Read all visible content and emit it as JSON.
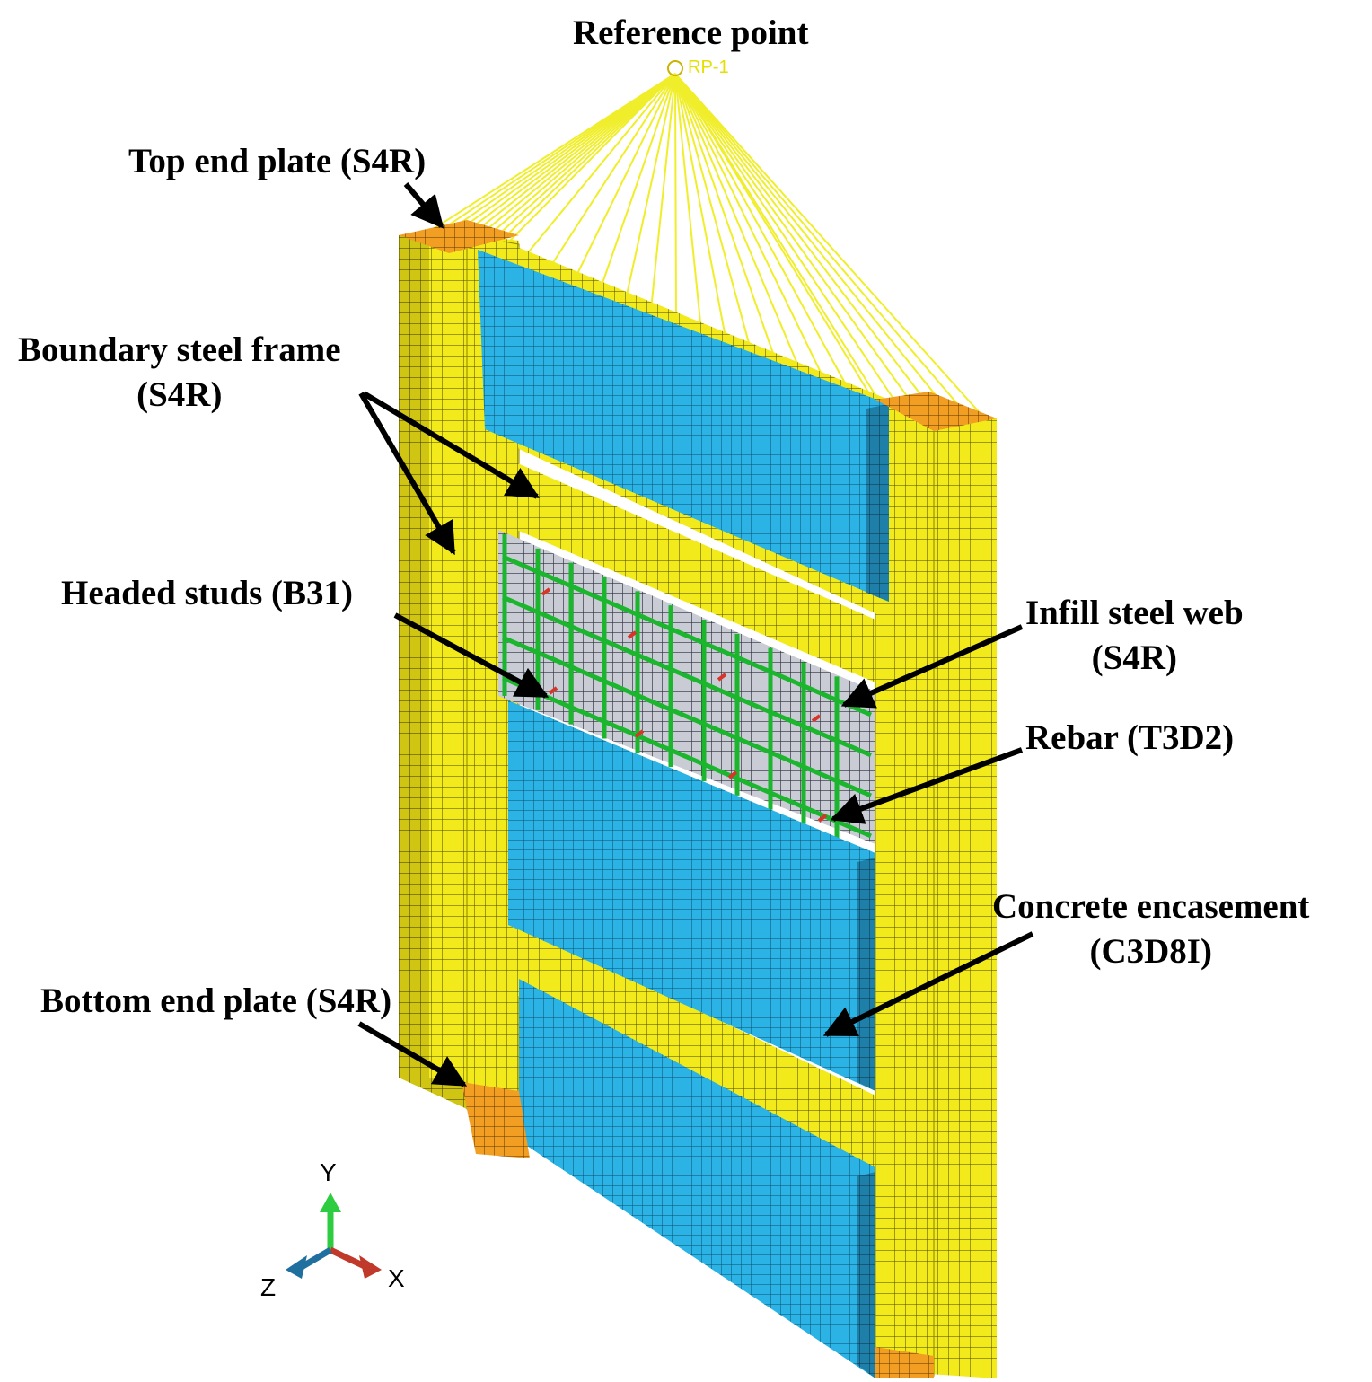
{
  "labels": {
    "reference_point": "Reference point",
    "rp_tag": "RP-1",
    "top_end_plate": "Top end plate (S4R)",
    "boundary_frame_line1": "Boundary steel frame",
    "boundary_frame_line2": "(S4R)",
    "headed_studs": "Headed studs (B31)",
    "infill_web_line1": "Infill steel web",
    "infill_web_line2": "(S4R)",
    "rebar": "Rebar (T3D2)",
    "concrete_line1": "Concrete encasement",
    "concrete_line2": "(C3D8I)",
    "bottom_end_plate": "Bottom end plate (S4R)"
  },
  "axes": {
    "y": "Y",
    "z": "Z",
    "x": "X"
  },
  "colors": {
    "frame": "#f2ea1a",
    "frame_dark": "#c9c016",
    "concrete": "#2ab3e4",
    "concrete_dark": "#1e7fa8",
    "end_plate": "#f29e22",
    "web": "#c9ccd4",
    "rebar": "#1bb52e",
    "stud": "#d8352a",
    "coupling_line": "#f0ee2a",
    "axis_y": "#2ecc40",
    "axis_x": "#c0392b",
    "axis_z": "#1f6f9f"
  }
}
